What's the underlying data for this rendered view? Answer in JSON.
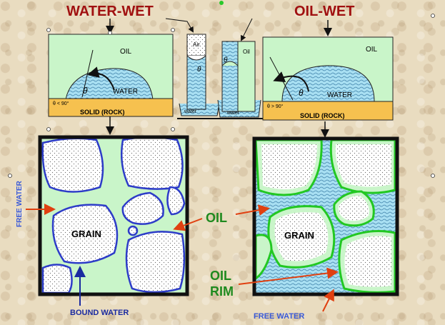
{
  "titles": {
    "water_wet": "WATER-WET",
    "oil_wet": "OIL-WET"
  },
  "contact_left": {
    "oil": "OIL",
    "water": "WATER",
    "theta": "θ",
    "angle": "θ < 90°",
    "solid": "SOLID (ROCK)"
  },
  "contact_right": {
    "oil": "OIL",
    "water": "WATER",
    "theta": "θ",
    "angle": "θ > 90°",
    "solid": "SOLID (ROCK)"
  },
  "tubes": {
    "air": "Air",
    "oil": "Oil",
    "theta1": "θ",
    "theta2": "θ",
    "water1": "water",
    "water2": "water"
  },
  "pore_left": {
    "grain": "GRAIN",
    "free_water": "FREE WATER",
    "bound_water": "BOUND WATER"
  },
  "pore_right": {
    "grain": "GRAIN",
    "free_water": "FREE WATER"
  },
  "callouts": {
    "oil": "OIL",
    "oil_rim_1": "OIL",
    "oil_rim_2": "RIM"
  },
  "colors": {
    "title_red": "#a01010",
    "oil_green": "#c9f5c9",
    "water_blue": "#9fd8ee",
    "rock_orange": "#f6c14f",
    "grain_outline_blue": "#2d3cc8",
    "oil_outline_green": "#22c822",
    "callout_green": "#1f8a1f",
    "free_water_blue": "#3a5ad8"
  }
}
